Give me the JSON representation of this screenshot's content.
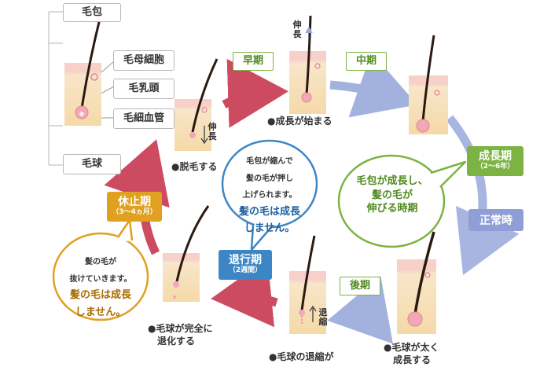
{
  "labels": {
    "follicle": "毛包",
    "matrix_cells": "毛母細胞",
    "papilla": "毛乳頭",
    "capillary": "毛細血管",
    "bulb": "毛球"
  },
  "stages": {
    "early": "早期",
    "middle": "中期",
    "late": "後期"
  },
  "phases": {
    "anagen": {
      "title": "成長期",
      "sub": "（2〜6年）"
    },
    "normal": {
      "title": "正常時"
    },
    "catagen": {
      "title": "退行期",
      "sub": "（2週間）"
    },
    "telogen": {
      "title": "休止期",
      "sub": "（3〜4ヵ月）"
    }
  },
  "captions": {
    "shedding": "●脱毛する",
    "growth_starts": "●成長が始まる",
    "bulb_thickens_1": "●毛球が太く",
    "bulb_thickens_2": "成長する",
    "bulb_shrinks": "●毛球の退縮が",
    "bulb_regress_1": "●毛球が完全に",
    "bulb_regress_2": "退化する"
  },
  "arrow_labels": {
    "growth": "伸長",
    "growth_2": "伸長",
    "shrink": "退縮"
  },
  "bubbles": {
    "anagen_1": "毛包が成長し、",
    "anagen_2": "髪の毛が",
    "anagen_3": "伸びる時期",
    "catagen_1": "毛包が縮んで",
    "catagen_2": "髪の毛が押し",
    "catagen_3": "上げられます。",
    "catagen_4": "髪の毛は成長",
    "catagen_5": "しません。",
    "telogen_1": "髪の毛が",
    "telogen_2": "抜けていきます。",
    "telogen_3": "髪の毛は成長",
    "telogen_4": "しません。"
  },
  "colors": {
    "skin_top": "#f6c3c3",
    "skin_body": "#f6e1c1",
    "hair": "#2a1a12",
    "bulb": "#f3a7b8",
    "arrow_red": "#c8384f",
    "arrow_blue": "#9aa9dc",
    "green": "#7cb342",
    "blue": "#3d86c6",
    "orange": "#e0a020"
  }
}
